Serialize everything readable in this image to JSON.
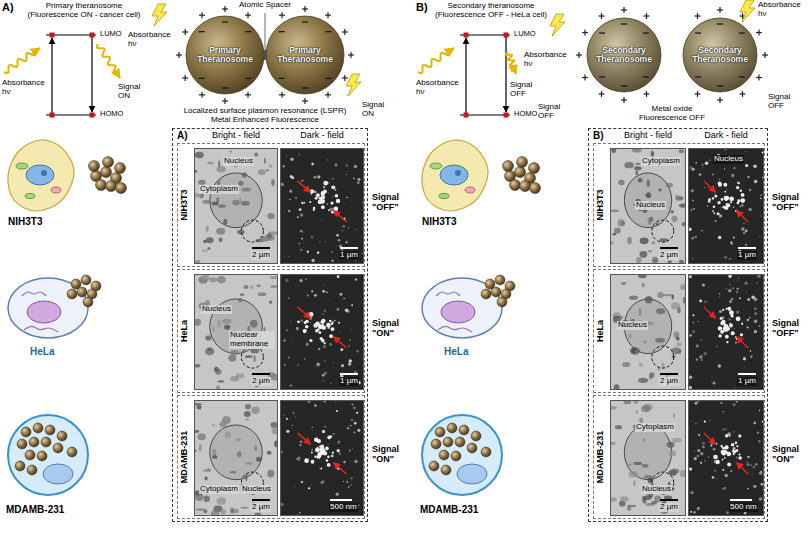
{
  "diagram": {
    "nodes": [
      {
        "text": [
          "Primary Theranosome"
        ]
      },
      {
        "text": [
          "Primary Theranosome"
        ]
      },
      {
        "text": [
          "A)",
          "Bright - field",
          "Dark - field"
        ]
      },
      {
        "text": [
          "NIH3T3"
        ],
        "in": 2
      },
      {
        "text": [
          "Nucleus",
          "Cytoplasm",
          "2 µm"
        ],
        "in": 3
      },
      {
        "text": [
          "1 µm"
        ],
        "in": 3
      },
      {
        "text": [
          "HeLa"
        ],
        "in": 2
      },
      {
        "text": [
          "Nucleus",
          "Nuclear membrane",
          "2 µm"
        ],
        "in": 6
      },
      {
        "text": [
          "1 µm"
        ],
        "in": 6
      },
      {
        "text": [
          "MDAMB-231"
        ],
        "in": 2
      },
      {
        "text": [
          "Cytoplasm",
          "Nucleus",
          "2 µm"
        ],
        "in": 9
      },
      {
        "text": [
          "500 nm"
        ],
        "in": 9
      },
      {
        "text": [
          "Secondary Theranosome"
        ]
      },
      {
        "text": [
          "Secondary Theranosome"
        ]
      },
      {
        "text": [
          "B)",
          "Bright - field",
          "Dark - field"
        ]
      },
      {
        "text": [
          "NIH3T3"
        ],
        "in": 14
      },
      {
        "text": [
          "Cytoplasm",
          "Nucleus",
          "2 µm"
        ],
        "in": 15
      },
      {
        "text": [
          "Nucleus",
          "1 µm"
        ],
        "in": 15
      },
      {
        "text": [
          "HeLa"
        ],
        "in": 14
      },
      {
        "text": [
          "Nucleus",
          "2 µm"
        ],
        "in": 18
      },
      {
        "text": [
          "1 µm"
        ],
        "in": 18
      },
      {
        "text": [
          "MDAMB-231"
        ],
        "in": 14
      },
      {
        "text": [
          "Cytoplasm",
          "Nucleus",
          "2 µm"
        ],
        "in": 21
      },
      {
        "text": [
          "500 nm"
        ],
        "in": 21
      }
    ],
    "labels": [
      "A)",
      "Primary theranosome",
      "(Fluorescence ON - cancer cell)",
      "LUMO",
      "HOMO",
      "Absorbance hν",
      "Signal ON",
      "Atomic Spacer",
      "Absorbance hν",
      "Signal ON",
      "Localized surface plasmon resonance (LSPR)",
      "Metal Enhanced Fluorescence",
      "NIH3T3",
      "HeLa",
      "MDAMB-231",
      "Signal \"OFF\"",
      "Signal \"ON\"",
      "Signal \"ON\"",
      "B)",
      "Secondary theranosome",
      "(Fluorescence OFF - HeLa cell)",
      "LUMO",
      "HOMO",
      "Absorbance hν",
      "Signal OFF",
      "Absorbance hν",
      "Absorbance hν",
      "Signal OFF",
      "Signal OFF",
      "Metal oxide",
      "Fluorescence OFF",
      "NIH3T3",
      "HeLa",
      "MDAMB-231",
      "Signal \"OFF\"",
      "Signal \"OFF\"",
      "Signal \"ON\""
    ]
  }
}
